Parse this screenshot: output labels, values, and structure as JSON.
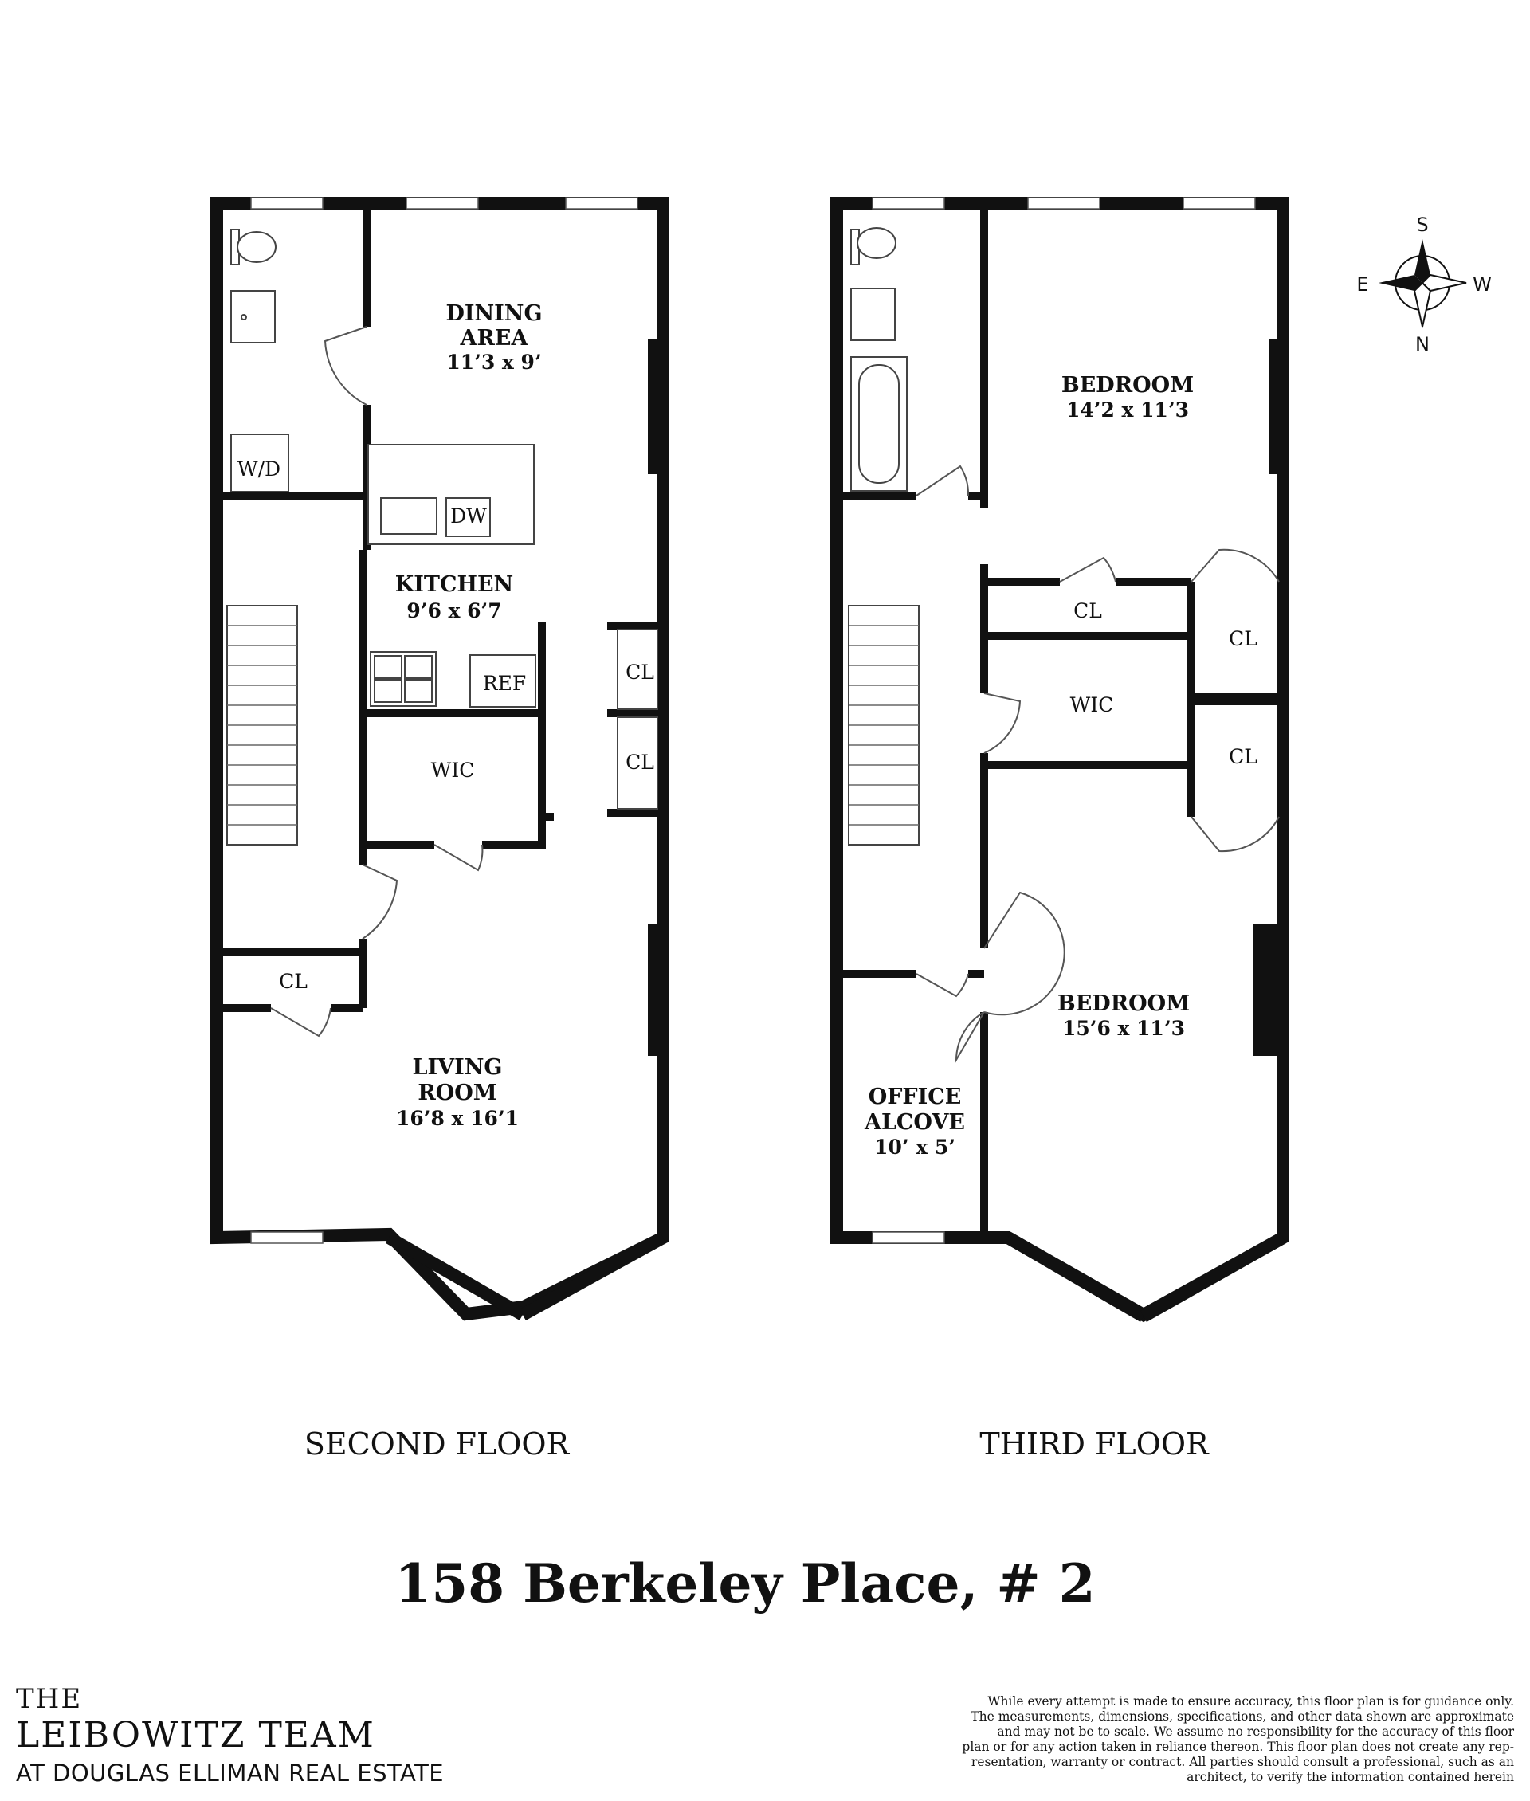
{
  "second_floor": {
    "label": "SECOND FLOOR",
    "rooms": {
      "dining": {
        "name_1": "DINING",
        "name_2": "AREA",
        "dims": "11’3 x 9’"
      },
      "kitchen": {
        "name": "KITCHEN",
        "dims": "9’6 x 6’7"
      },
      "living": {
        "name_1": "LIVING",
        "name_2": "ROOM",
        "dims": "16’8 x 16’1"
      }
    },
    "fixtures": {
      "washer_dryer": "W/D",
      "dishwasher": "DW",
      "fridge": "REF",
      "wic": "WIC",
      "closet_1": "CL",
      "closet_2": "CL",
      "closet_3": "CL"
    }
  },
  "third_floor": {
    "label": "THIRD FLOOR",
    "rooms": {
      "bedroom_1": {
        "name": "BEDROOM",
        "dims": "14’2 x 11’3"
      },
      "bedroom_2": {
        "name": "BEDROOM",
        "dims": "15’6 x 11’3"
      },
      "office": {
        "name_1": "OFFICE",
        "name_2": "ALCOVE",
        "dims": "10’ x 5’"
      }
    },
    "fixtures": {
      "closet_1": "CL",
      "closet_2": "CL",
      "closet_3": "CL",
      "wic": "WIC"
    }
  },
  "compass": {
    "s": "S",
    "e": "E",
    "w": "W",
    "n": "N"
  },
  "title": "158 Berkeley Place, # 2",
  "brand": {
    "line_1": "THE",
    "line_2": "LEIBOWITZ TEAM",
    "line_3": "AT DOUGLAS ELLIMAN REAL ESTATE"
  },
  "disclaimer": [
    "While every attempt is made to ensure accuracy, this floor plan is for guidance only.",
    "The measurements, dimensions, specifications, and other data shown are approximate",
    "and may not be to scale.  We assume no responsibility for the accuracy of this floor",
    "plan or for any action taken in reliance thereon. This floor plan does not create any rep-",
    "resentation, warranty or contract. All parties should consult a professional, such as an",
    "architect, to verify the information contained herein"
  ],
  "colors": {
    "wall": "#111111",
    "window": "#ffffff",
    "fixture_stroke": "#444444"
  }
}
